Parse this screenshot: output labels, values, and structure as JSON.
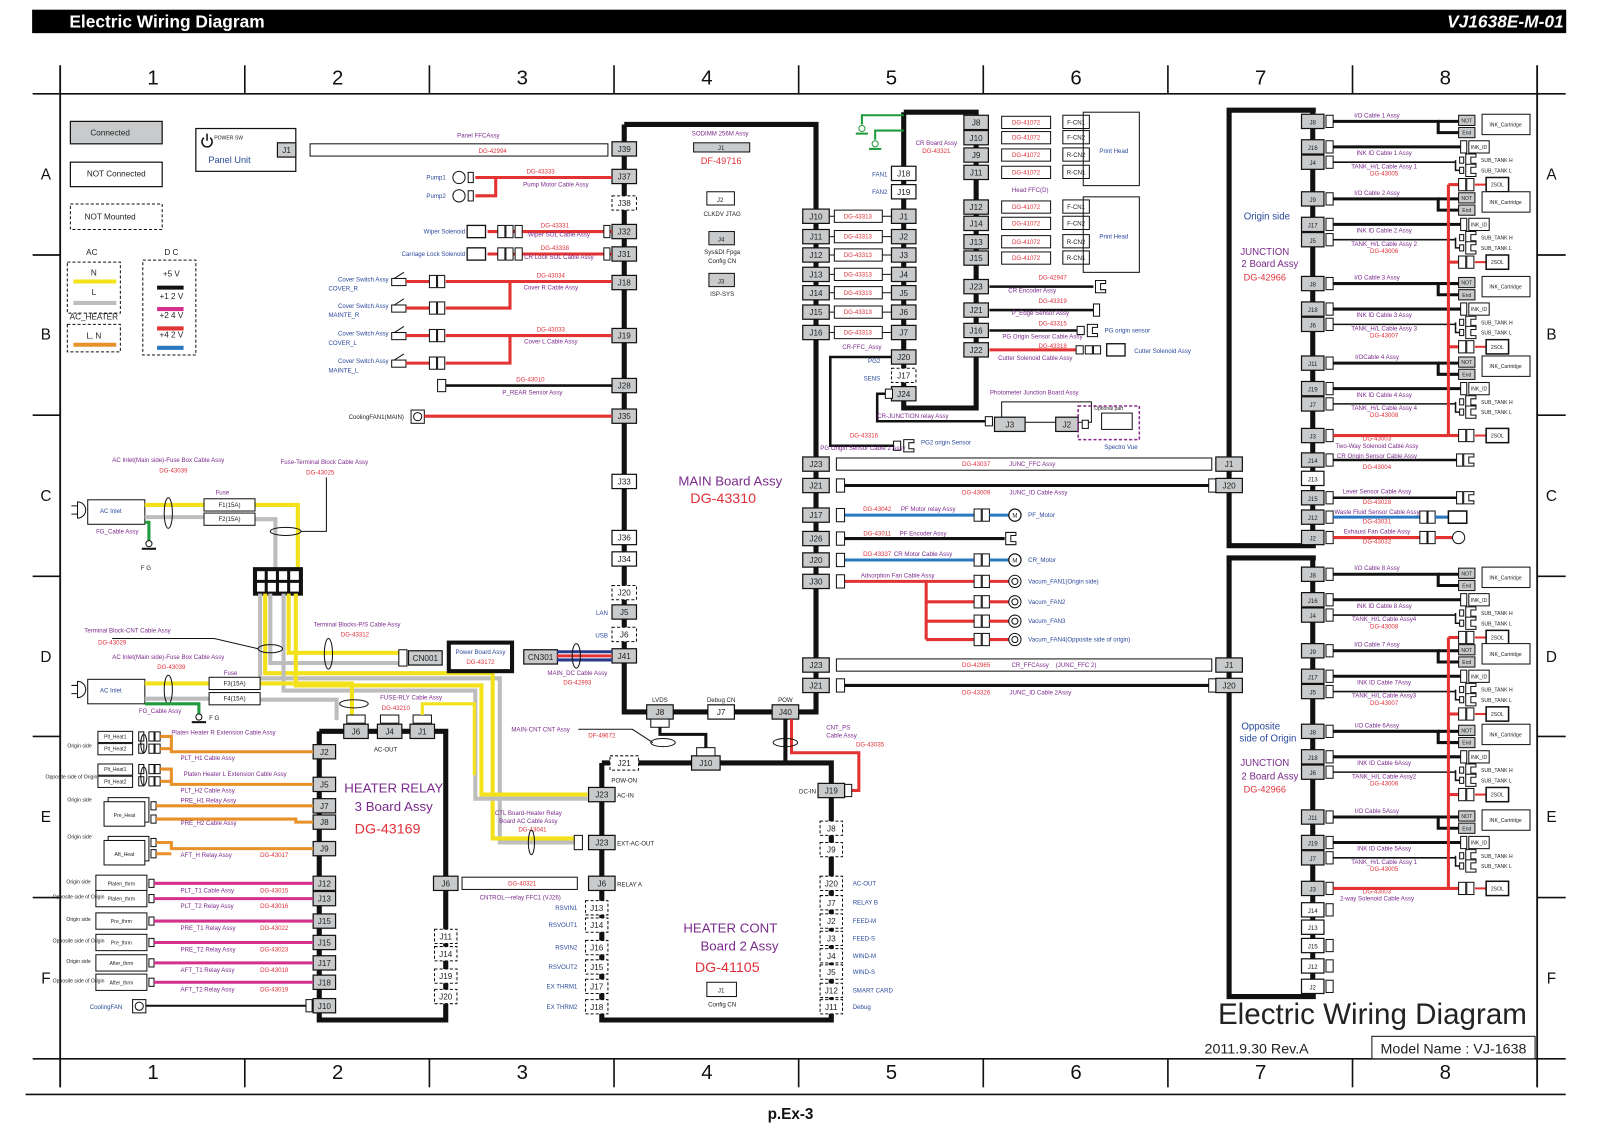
{
  "header": {
    "title": "Electric Wiring Diagram",
    "doc_id": "VJ1638E-M-01"
  },
  "grid": {
    "columns": [
      "1",
      "2",
      "3",
      "4",
      "5",
      "6",
      "7",
      "8"
    ],
    "rows": [
      "A",
      "B",
      "C",
      "D",
      "E",
      "F"
    ]
  },
  "legend": {
    "connected": "Connected",
    "not_connected": "NOT Connected",
    "not_mounted": "NOT Mounted",
    "ac_title": "AC",
    "ac_n": "N",
    "ac_l": "L",
    "ac_heater": "AC_HEATER",
    "ac_heater_ln": "L, N",
    "dc_title": "D C",
    "dc_5v": "+5 V",
    "dc_12v": "+1 2 V",
    "dc_24v": "+2 4 V",
    "dc_42v": "+4 2 V"
  },
  "colors": {
    "wire_5v": "#111111",
    "wire_12v": "#d6309a",
    "wire_24v": "#e23232",
    "wire_42v": "#2a78c0",
    "ac_n": "#f3e21a",
    "ac_l": "#bdbdbd",
    "ac_heater": "#e8962a",
    "ground": "#1f9a3c",
    "connected_fill": "#c8cacc"
  },
  "panel": {
    "power_sw": "POWER SW",
    "name": "Panel Unit",
    "j1": "J1",
    "ffc_label": "Panel FFCAssy",
    "ffc_part": "DG-42994"
  },
  "main_board": {
    "name": "MAIN Board Assy",
    "part": "DG-43310",
    "sodimm": "SODIMM 256M Assy",
    "sodimm_j1": "J1",
    "sodimm_part": "DF-49716",
    "j2": "J2",
    "j2_label": "CLKDV JTAG",
    "j4": "J4",
    "j4_label1": "Sys&DI Fpga",
    "j4_label2": "Config CN",
    "j3": "J3",
    "j3_label": "ISP-SYS",
    "left_connectors": [
      "J39",
      "J37",
      "J38",
      "J32",
      "J31",
      "J18",
      "J19",
      "J28",
      "J35",
      "J33",
      "J36",
      "J34",
      "J20",
      "J5",
      "J6",
      "J41"
    ],
    "right_connectors": [
      "J10",
      "J11",
      "J12",
      "J13",
      "J14",
      "J15",
      "J16",
      "J23",
      "J21",
      "J17",
      "J26",
      "J20",
      "J30",
      "J23",
      "J21"
    ],
    "bottom_connectors": [
      {
        "id": "J8",
        "label": "LVDS"
      },
      {
        "id": "J7",
        "label": "Debug CN"
      },
      {
        "id": "J40",
        "label": "POW"
      }
    ],
    "lan": "LAN",
    "usb": "USB"
  },
  "left_devices": {
    "pump1": "Pump1",
    "pump2": "Pump2",
    "pump_part": "DG-43333",
    "pump_cable": "Pump Motor Cable Assy",
    "wiper": "Wiper Solenoid",
    "wiper_part": "DG-43331",
    "wiper_cable": "Wiper SOL Cable Assy",
    "crlock": "Carriage Lock Solenoid",
    "crlock_part": "DG-43338",
    "crlock_cable": "CR Lock SOL Cable Assy",
    "cover_sw": "Cover Switch Assy",
    "cover_r": "COVER_R",
    "mainte_r": "MAINTE_R",
    "cover_l": "COVER_L",
    "mainte_l": "MAINTE_L",
    "cover_r_part": "DG-43034",
    "cover_r_cable": "Cover R Cable Assy",
    "cover_l_part": "DG-43033",
    "cover_l_cable": "Cover L Cable Assy",
    "prear_part": "DG-43010",
    "prear_cable": "P_REAR Sensor Assy",
    "cooling_fan": "CoolingFAN1(MAIN)"
  },
  "cr_board": {
    "name": "CR Board Assy",
    "part": "DG-43321",
    "fan1": "FAN1",
    "fan2": "FAN2",
    "pg2": "PG2",
    "sens": "SENS",
    "left_connectors": [
      "J18",
      "J19",
      "J1",
      "J2",
      "J3",
      "J4",
      "J5",
      "J6",
      "J7",
      "J20",
      "J17",
      "J24"
    ],
    "right_connectors": [
      "J8",
      "J10",
      "J9",
      "J11",
      "J12",
      "J14",
      "J13",
      "J15",
      "J23",
      "J21",
      "J16",
      "J22"
    ],
    "ffc_part": "DG-43313",
    "cr_ffc": "CR-FFC_Assy",
    "head_part": "DG-41072",
    "head_ffc": "Head FFC(D)",
    "head_cn": [
      "F-CN1",
      "F-CN2",
      "R-CN2",
      "R-CN1"
    ],
    "print_head": "Print Head",
    "encoder_part": "DG-42947",
    "encoder": "CR Encoder Assy",
    "pedge_part": "DG-43319",
    "pedge": "P_Edge Sensor Assy",
    "pg_part": "DG-43315",
    "pg_cable": "PG Origin Sensor Cable Assy",
    "pg_sensor": "PG origin sensor",
    "cutter_part": "DG-43318",
    "cutter_cable": "Cutter Solenoid Cable Assy",
    "cutter": "Cutter Solenoid Assy",
    "cr_junction": "CR-JUNCTION relay Assy",
    "pg2_part": "DG-43316",
    "pg2_cable": "PG Origin Sensor Cable 2 Assy",
    "pg2_sensor": "PG2 origin Sensor"
  },
  "photometer": {
    "name": "Photometer Junction Board Assy",
    "j3": "J3",
    "j2": "J2",
    "optional": "Optional part",
    "spectro": "Spectro Vue"
  },
  "main_right_cables": {
    "junc_ffc_part": "DG-43037",
    "junc_ffc": "JUNC_FFC Assy",
    "junc_id_part": "DG-43009",
    "junc_id": "JUNC_ID Cable Assy",
    "pf_relay_part": "DG-43042",
    "pf_relay": "PF Motor relay Assy",
    "pf_motor": "PF_Motor",
    "motor_symbol": "M",
    "pf_enc_part": "DG-43011",
    "pf_enc": "PF Encoder Assy",
    "cr_motor_part": "DG-43337",
    "cr_motor_cable": "CR Motor Cable Assy",
    "cr_motor": "CR_Motor",
    "adsorption": "Adsorption Fan Cable Assy",
    "fans": [
      "Vacum_FAN1(Origin side)",
      "Vacum_FAN2",
      "Vacum_FAN3",
      "Vacum_FAN4(Opposite side of origin)"
    ],
    "cr_ffc2_part": "DG-42965",
    "cr_ffc2": "CR_FFCAssy",
    "cr_ffc2_note": "(JUNC_FFC 2)",
    "junc_id2_part": "DG-43326",
    "junc_id2": "JUNC_ID Cable 2Assy"
  },
  "cartridge": {
    "not": "NOT",
    "end": "End",
    "ink_cartridge": "INK_Cartridge",
    "ink_id": "INK_ID",
    "sub_h": "SUB_TANK H",
    "sub_l": "SUB_TANK L",
    "sol": "2SOL"
  },
  "junction_origin": {
    "side": "Origin side",
    "name1": "JUNCTION",
    "name2": "2 Board Assy",
    "part": "DG-42966",
    "j1": "J1",
    "j20": "J20",
    "connectors": [
      "J8",
      "J16",
      "J4",
      "J9",
      "J17",
      "J5",
      "J8",
      "J18",
      "J6",
      "J11",
      "J19",
      "J7",
      "J3",
      "J14",
      "J13",
      "J15",
      "J12",
      "J2"
    ],
    "channels": [
      {
        "io": "I/O Cable 1 Assy",
        "inkid": "INK ID Cable 1 Assy",
        "tank": "TANK_H/L Cable Assy 1",
        "tank_part": "DG-43005"
      },
      {
        "io": "I/O Cable 2 Assy",
        "inkid": "INK ID Cable 2 Assy",
        "tank": "TANK_H/L Cable Assy 2",
        "tank_part": "DG-43006"
      },
      {
        "io": "I/O Cable 3 Assy",
        "inkid": "INK ID Cable 3 Assy",
        "tank": "TANK_H/L Cable Assy 3",
        "tank_part": "DG-43007"
      },
      {
        "io": "I/OCable 4 Assy",
        "inkid": "INK ID Cable 4 Assy",
        "tank": "TANK_H/L Cable Assy 4",
        "tank_part": "DG-43008"
      }
    ],
    "sol_part": "DG-43003",
    "sol_cable": "Two-Way Solenoid Cable Assy",
    "crorigin_cable": "CR Origin Sensor Cable Assy",
    "crorigin_part": "DG-43004",
    "lever_cable": "Lever Sensor Cable Assy",
    "lever_part": "DG-43028",
    "waste_cable": "Waste Fluid Sensor Cable Assy",
    "waste_part": "DG-43031",
    "exhaust_cable": "Exhaust Fan Cable Assy",
    "exhaust_part": "DG-43032"
  },
  "junction_opposite": {
    "side1": "Opposite",
    "side2": "side of Origin",
    "name1": "JUNCTION",
    "name2": "2 Board Assy",
    "part": "DG-42966",
    "j1": "J1",
    "j20": "J20",
    "connectors": [
      "J8",
      "J16",
      "J4",
      "J9",
      "J17",
      "J5",
      "J8",
      "J18",
      "J6",
      "J11",
      "J19",
      "J7",
      "J3",
      "J14",
      "J13",
      "J15",
      "J12",
      "J2"
    ],
    "channels": [
      {
        "io": "I/O Cable 8 Assy",
        "inkid": "INK ID Cable 8 Assy",
        "tank": "TANK_H/L Cable Assy4",
        "tank_part": "DG-43008"
      },
      {
        "io": "I/O Cable 7 Assy",
        "inkid": "INK ID Cable 7Assy",
        "tank": "TANK_H/L Cable Assy3",
        "tank_part": "DG-43007"
      },
      {
        "io": "I/O Cable 6Assy",
        "inkid": "INK ID Cable 6Assy",
        "tank": "TANK_H/L Cable Assy2",
        "tank_part": "DG-43006"
      },
      {
        "io": "I/O Cable 5Assy",
        "inkid": "INK ID Cable 5Assy",
        "tank": "TANK_H/L Cable Assy 1",
        "tank_part": "DG-43005"
      }
    ],
    "sol_part": "DG-43003",
    "sol_cable": "2-way Solenoid Cable Assy"
  },
  "power": {
    "ac_fuse_cable": "AC Inlet(Main side)-Fuse Box Cable Assy",
    "ac_fuse_part": "DG-43039",
    "fuse_term": "Fuse-Terminal Block Cable Assy",
    "fuse_term_part": "DG-43025",
    "fuse": "Fuse",
    "f1": "F1(15A)",
    "f2": "F2(15A)",
    "f3": "F3(15A)",
    "f4": "F4(15A)",
    "ac_inlet": "AC Inlet",
    "fg_cable": "FG_Cable Assy",
    "fg": "F G",
    "tb_cnt": "Terminal Block-CNT Cable Assy",
    "tb_cnt_part": "DG-43029",
    "tb_ps": "Terminal Blocks-P/S Cable Assy",
    "tb_ps_part": "DG-43312",
    "cn001": "CN001",
    "power_board": "Power Board Assy",
    "power_part": "DG-43172",
    "cn301": "CN301",
    "main_dc": "MAIN_DC Cable Assy",
    "main_dc_part": "DG-42993",
    "fuse_rly": "FUSE-RLY Cable Assy",
    "fuse_rly_part": "DG-43210"
  },
  "heater_relay": {
    "name1": "HEATER RELAY",
    "name2": "3 Board Assy",
    "part": "DG-43169",
    "left_connectors": [
      "J2",
      "J5",
      "J7",
      "J8",
      "J9",
      "J12",
      "J13",
      "J15",
      "J15",
      "J17",
      "J18",
      "J10"
    ],
    "top_connectors": [
      "J6",
      "J4",
      "J1"
    ],
    "ac_out": "AC-OUT",
    "j6": "J6",
    "dashed_connectors": [
      "J11",
      "J14",
      "J19",
      "J20"
    ],
    "origin_side": "Origin side",
    "opposite": "Opposite side of Origin",
    "plt_heat1": "Plt_Heat1",
    "plt_heat2": "Plt_Heat2",
    "ext_r": "Platen Heater R Extension Cable Assy",
    "ext_l": "Platen Heater L Extension Cable Assy",
    "plt_h1": "PLT_H1 Cable Assy",
    "plt_h2": "PLT_H2 Cable Assy",
    "pre_h1": "PRE_H1 Relay Assy",
    "pre_h2": "PRE_H2 Cable Assy",
    "pre_heat": "Pre_Heat",
    "aft_heat": "Aft_Heat",
    "aft_h": "AFT_H Relay Assy",
    "aft_h_part": "DG-43017",
    "thermistors": [
      {
        "name": "Platen_thrm",
        "cable": "PLT_T1 Cable Assy",
        "part": "DG-43015"
      },
      {
        "name": "Platen_thrm",
        "cable": "PLT_T2 Relay Assy",
        "part": "DG-43016"
      },
      {
        "name": "Pre_thrm",
        "cable": "PRE_T1 Relay Assy",
        "part": "DG-43022"
      },
      {
        "name": "Pre_thrm",
        "cable": "PRE_T2 Relay Assy",
        "part": "DG-43023"
      },
      {
        "name": "After_thrm",
        "cable": "AFT_T1 Relay Assy",
        "part": "DG-43018"
      },
      {
        "name": "After_thrm",
        "cable": "AFT_T2 Relay Assy",
        "part": "DG-43019"
      }
    ],
    "cooling_fan": "CoolingFAN"
  },
  "heater_cont": {
    "name1": "HEATER CONT",
    "name2": "Board 2 Assy",
    "part": "DG-41105",
    "j1": "J1",
    "config": "Config CN",
    "j21": "J21",
    "pow_on": "POW-ON",
    "j10": "J10",
    "j19": "J19",
    "dc_in": "DC-IN",
    "left": [
      {
        "id": "J23",
        "label": "AC-IN"
      },
      {
        "id": "J23",
        "label": "EXT-AC-OUT"
      },
      {
        "id": "J6",
        "label": "RELAY  A"
      }
    ],
    "left_dashed": [
      {
        "id": "J13",
        "label": "RSVIN1"
      },
      {
        "id": "J14",
        "label": "RSVOUT1"
      },
      {
        "id": "J16",
        "label": "RSVIN2"
      },
      {
        "id": "J15",
        "label": "RSVOUT2"
      },
      {
        "id": "J17",
        "label": "EX THRM1"
      },
      {
        "id": "J18",
        "label": "EX THRM2"
      }
    ],
    "right_dashed": [
      {
        "id": "J8"
      },
      {
        "id": "J9"
      },
      {
        "id": "J20",
        "label": "AC-OUT"
      },
      {
        "id": "J7",
        "label": "RELAY B"
      },
      {
        "id": "J2",
        "label": "FEED-M"
      },
      {
        "id": "J3",
        "label": "FEED-S"
      },
      {
        "id": "J4",
        "label": "WIND-M"
      },
      {
        "id": "J5",
        "label": "WIND-S"
      },
      {
        "id": "J12",
        "label": "SMART CARD"
      },
      {
        "id": "J11",
        "label": "Debug"
      }
    ],
    "ctl_cable1": "CTL Board-Heater Relay",
    "ctl_cable2": "Board AC Cable Assy",
    "ctl_part": "DG-43041",
    "cntrol_part": "DG-40321",
    "cntrol": "CNTROL—relay FFC1 (VJ26)",
    "main_cnt": "MAIN-CNT CNT Assy",
    "main_cnt_part": "DF-49672",
    "cnt_ps1": "CNT_PS",
    "cnt_ps2": "Cable Assy",
    "cnt_ps_part": "DG-43035"
  },
  "footer": {
    "title": "Electric Wiring Diagram",
    "date_rev": "2011.9.30 Rev.A",
    "model_name": "Model Name : VJ-1638",
    "page": "p.Ex-3"
  }
}
